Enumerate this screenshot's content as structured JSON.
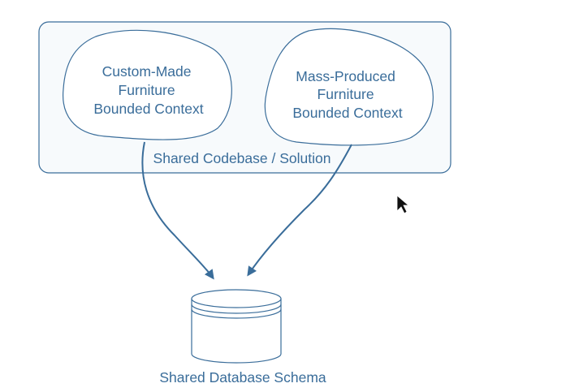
{
  "diagram": {
    "colors": {
      "stroke": "#3a6d9a",
      "text": "#3a6d9a",
      "fill": "#ffffff",
      "container_fill": "#f7fafc"
    },
    "container": {
      "label": "Shared Codebase / Solution"
    },
    "contexts": [
      {
        "lines": [
          "Custom-Made",
          "Furniture",
          "Bounded Context"
        ]
      },
      {
        "lines": [
          "Mass-Produced",
          "Furniture",
          "Bounded Context"
        ]
      }
    ],
    "database": {
      "label": "Shared Database Schema",
      "icon": "database-icon"
    },
    "cursor": {
      "icon": "mouse-pointer-icon"
    }
  }
}
